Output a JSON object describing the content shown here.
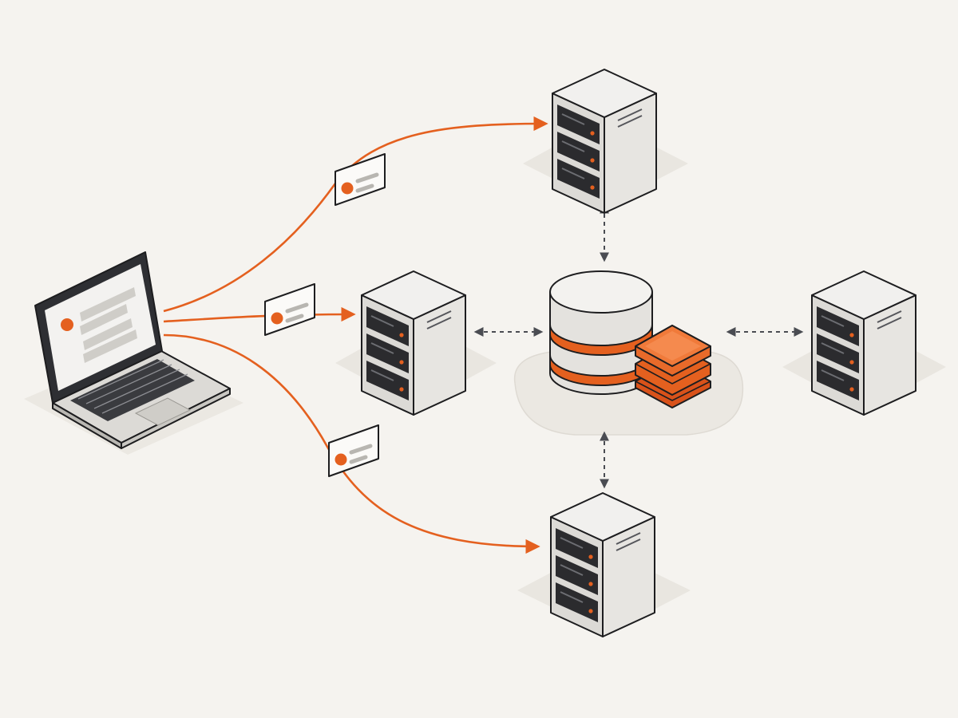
{
  "diagram": {
    "colors": {
      "background": "#f5f3ef",
      "accent": "#e4601f",
      "outline": "#1d1d1f",
      "server_top": "#f1f0ee",
      "server_left": "#dcdad6",
      "server_right": "#e7e5e1",
      "bay": "#2b2b2e",
      "dashed_arrow": "#4a4c52",
      "shadow": "#e9e6e0"
    },
    "nodes": [
      {
        "id": "client-laptop",
        "icon": "laptop-icon"
      },
      {
        "id": "server-top",
        "icon": "server-icon"
      },
      {
        "id": "server-middle",
        "icon": "server-icon"
      },
      {
        "id": "server-bottom",
        "icon": "server-icon"
      },
      {
        "id": "server-right",
        "icon": "server-icon"
      },
      {
        "id": "database",
        "icon": "database-icon"
      },
      {
        "id": "cache-stack",
        "icon": "cache-stack-icon"
      }
    ],
    "edges": [
      {
        "from": "client-laptop",
        "to": "server-top",
        "style": "solid-orange",
        "message_icon": "message-card-icon"
      },
      {
        "from": "client-laptop",
        "to": "server-middle",
        "style": "solid-orange",
        "message_icon": "message-card-icon"
      },
      {
        "from": "client-laptop",
        "to": "server-bottom",
        "style": "solid-orange",
        "message_icon": "message-card-icon"
      },
      {
        "from": "server-top",
        "to": "database",
        "style": "dashed-bidirectional"
      },
      {
        "from": "server-middle",
        "to": "database",
        "style": "dashed-bidirectional"
      },
      {
        "from": "database",
        "to": "server-right",
        "style": "dashed-bidirectional"
      },
      {
        "from": "database",
        "to": "server-bottom",
        "style": "dashed-bidirectional"
      }
    ]
  }
}
